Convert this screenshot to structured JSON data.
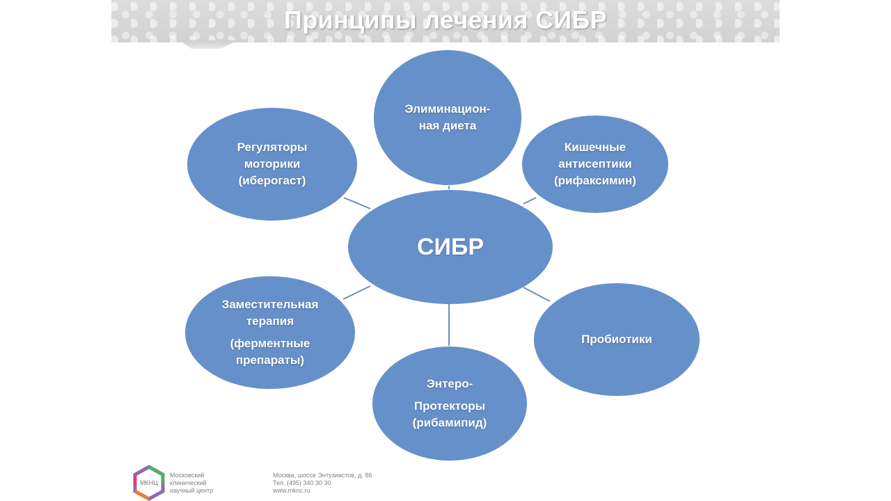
{
  "slide": {
    "title": "Принципы лечения СИБР",
    "colors": {
      "node_fill": "#6690C9",
      "connector": "#6C8FBF",
      "title_text": "#ffffff",
      "header_band": "#d6d6d6"
    }
  },
  "diagram": {
    "center": {
      "label": "СИБР"
    },
    "nodes": [
      {
        "id": "elimination-diet",
        "lines": [
          "Элиминацион-",
          "ная диета"
        ]
      },
      {
        "id": "intestinal-antiseptics",
        "lines": [
          "Кишечные",
          "антисептики",
          "(рифаксимин)"
        ]
      },
      {
        "id": "probiotics",
        "lines": [
          "Пробиотики"
        ]
      },
      {
        "id": "entero-protectors",
        "lines": [
          "Энтеро-",
          "Протекторы",
          "(рибамипид)"
        ]
      },
      {
        "id": "replacement-therapy",
        "lines": [
          "Заместительная",
          "терапия",
          "(ферментные",
          "препараты)"
        ]
      },
      {
        "id": "motility-regulators",
        "lines": [
          "Регуляторы",
          "моторики",
          "(иберогаст)"
        ]
      }
    ]
  },
  "footer": {
    "logo_text": "МКНЦ",
    "logo_icon": "hexagon-logo-icon",
    "org_lines": [
      "Московский",
      "клинический",
      "научный центр"
    ],
    "contact_lines": [
      "Москва, шоссе Энтузиастов, д. 86",
      "Тел. (495) 340 30 30",
      "www.mknc.ru"
    ]
  }
}
